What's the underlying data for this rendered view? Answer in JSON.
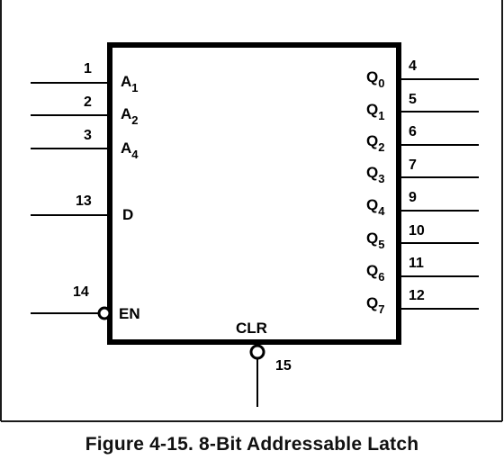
{
  "caption": "Figure 4-15.  8-Bit Addressable Latch",
  "inputs": [
    {
      "pin": "1",
      "name": "A",
      "sub": "1"
    },
    {
      "pin": "2",
      "name": "A",
      "sub": "2"
    },
    {
      "pin": "3",
      "name": "A",
      "sub": "4"
    },
    {
      "pin": "13",
      "name": "D",
      "sub": ""
    },
    {
      "pin": "14",
      "name": "EN",
      "sub": ""
    }
  ],
  "outputs": [
    {
      "pin": "4",
      "name": "Q",
      "sub": "0"
    },
    {
      "pin": "5",
      "name": "Q",
      "sub": "1"
    },
    {
      "pin": "6",
      "name": "Q",
      "sub": "2"
    },
    {
      "pin": "7",
      "name": "Q",
      "sub": "3"
    },
    {
      "pin": "9",
      "name": "Q",
      "sub": "4"
    },
    {
      "pin": "10",
      "name": "Q",
      "sub": "5"
    },
    {
      "pin": "11",
      "name": "Q",
      "sub": "6"
    },
    {
      "pin": "12",
      "name": "Q",
      "sub": "7"
    }
  ],
  "clear": {
    "pin": "15",
    "name": "CLR"
  }
}
